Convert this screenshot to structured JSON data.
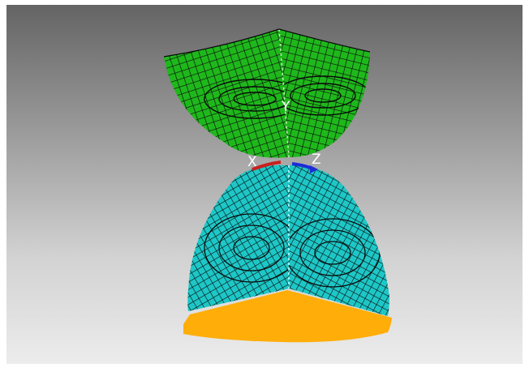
{
  "viewport": {
    "background_top": "#646464",
    "background_bottom": "#ececec"
  },
  "triad": {
    "y_label": "Y",
    "x_label": "X",
    "z_label": "Z",
    "x_color": "#c8201e",
    "z_color": "#1c2cd8"
  },
  "parts": {
    "upper_shell_color": "#1fb81c",
    "lower_shell_color": "#1ec7c7",
    "base_plate_color": "#ffad08",
    "mesh_line_color": "#0a0a0a"
  }
}
